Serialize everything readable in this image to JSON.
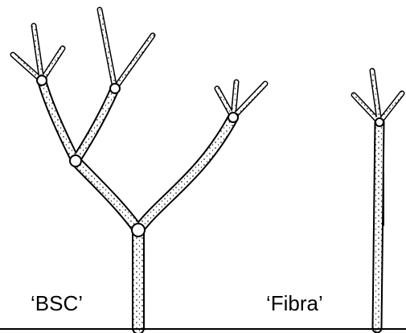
{
  "trees": [
    {
      "id": "bsc",
      "label": "‘BSC’"
    },
    {
      "id": "fibra",
      "label": "‘Fibra’"
    }
  ],
  "colors": {
    "ink": "#000000",
    "background": "#ffffff"
  }
}
